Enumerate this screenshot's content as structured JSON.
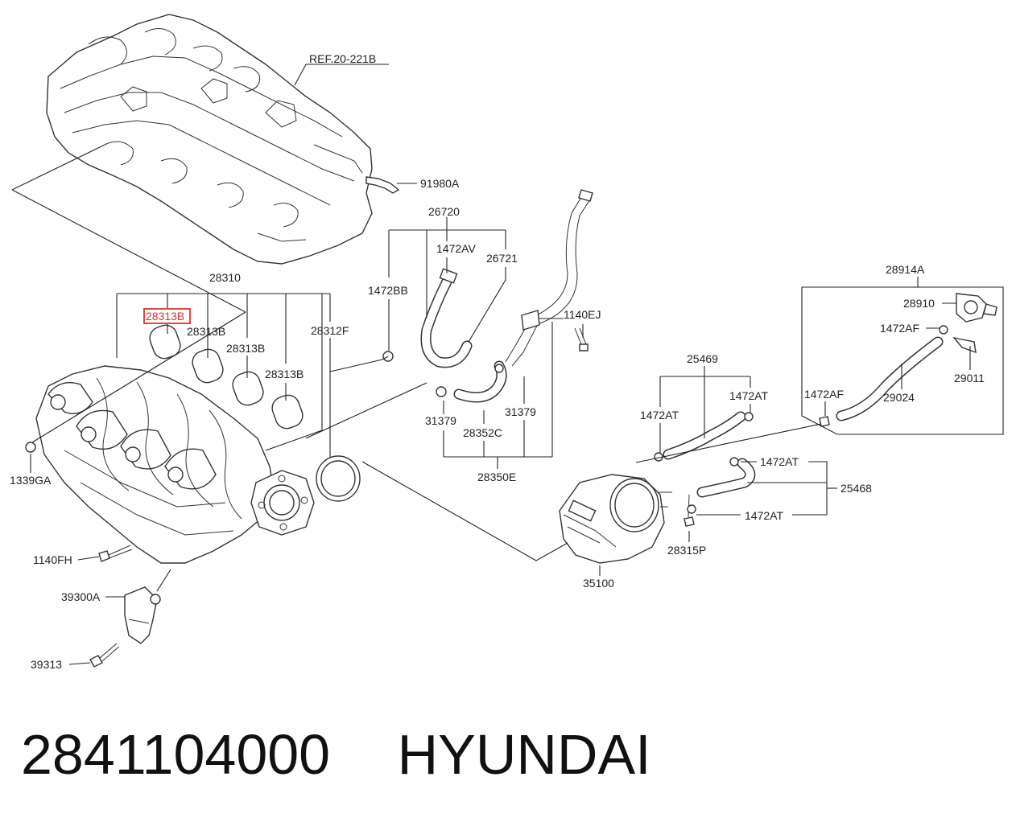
{
  "callouts": {
    "ref": "REF.20-221B",
    "p91980A": "91980A",
    "p26720": "26720",
    "p1472AV": "1472AV",
    "p26721": "26721",
    "p28310": "28310",
    "p28313B_hl": "28313B",
    "p28313B_2": "28313B",
    "p28313B_3": "28313B",
    "p28313B_4": "28313B",
    "p28312F": "28312F",
    "p1472BB": "1472BB",
    "p1140EJ": "1140EJ",
    "p28914A": "28914A",
    "p28910": "28910",
    "p1472AF_1": "1472AF",
    "p29011": "29011",
    "p1472AF_2": "1472AF",
    "p29024": "29024",
    "p25469": "25469",
    "p1472AT_1": "1472AT",
    "p1472AT_2": "1472AT",
    "p1472AT_3": "1472AT",
    "p1472AT_4": "1472AT",
    "p25468": "25468",
    "p31379_1": "31379",
    "p31379_2": "31379",
    "p28352C": "28352C",
    "p28350E": "28350E",
    "p1339GA": "1339GA",
    "p1140FH": "1140FH",
    "p39300A": "39300A",
    "p39313": "39313",
    "p35100": "35100",
    "p28315P": "28315P"
  },
  "highlight_color": "#e03030",
  "footer": {
    "part_number": "2841104000",
    "brand": "HYUNDAI"
  }
}
